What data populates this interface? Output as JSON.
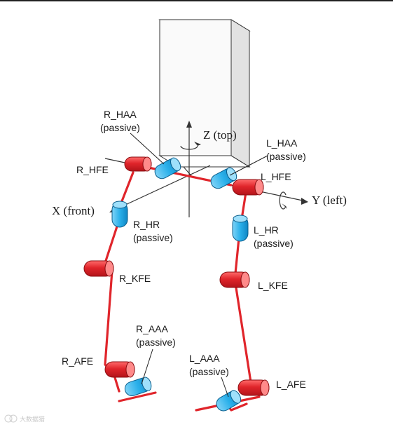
{
  "diagram": {
    "axes": {
      "z": "Z (top)",
      "y": "Y (left)",
      "x": "X (front)"
    },
    "joints": {
      "r_haa": {
        "name": "R_HAA",
        "note": "(passive)"
      },
      "r_hfe": {
        "name": "R_HFE"
      },
      "r_hr": {
        "name": "R_HR",
        "note": "(passive)"
      },
      "r_kfe": {
        "name": "R_KFE"
      },
      "r_aaa": {
        "name": "R_AAA",
        "note": "(passive)"
      },
      "r_afe": {
        "name": "R_AFE"
      },
      "l_haa": {
        "name": "L_HAA",
        "note": "(passive)"
      },
      "l_hfe": {
        "name": "L_HFE"
      },
      "l_hr": {
        "name": "L_HR",
        "note": "(passive)"
      },
      "l_kfe": {
        "name": "L_KFE"
      },
      "l_aaa": {
        "name": "L_AAA",
        "note": "(passive)"
      },
      "l_afe": {
        "name": "L_AFE"
      }
    },
    "colors": {
      "active_joint": "#e0252b",
      "passive_joint": "#1ea0e0",
      "links": "#e0252b"
    },
    "watermark": "大数据猎"
  }
}
